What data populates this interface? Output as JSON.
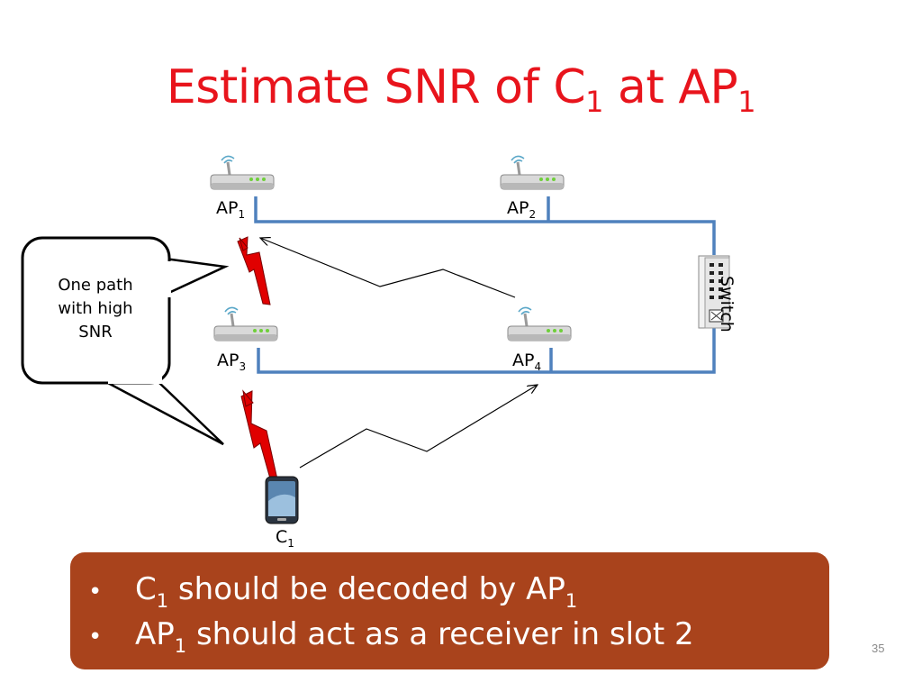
{
  "title": {
    "main": "Estimate SNR of C",
    "sub1": "1",
    "mid": " at AP",
    "sub2": "1"
  },
  "nodes": {
    "ap1": {
      "base": "AP",
      "sub": "1"
    },
    "ap2": {
      "base": "AP",
      "sub": "2"
    },
    "ap3": {
      "base": "AP",
      "sub": "3"
    },
    "ap4": {
      "base": "AP",
      "sub": "4"
    },
    "client": {
      "base": "C",
      "sub": "1"
    },
    "switch": "Switch"
  },
  "callout": {
    "lines": [
      "One path",
      "with high",
      "SNR"
    ]
  },
  "bullets": [
    {
      "symbol": "•",
      "p1": "C",
      "s1": "1",
      "p2": " should be decoded by AP",
      "s2": "1",
      "p3": ""
    },
    {
      "symbol": "•",
      "p1": "AP",
      "s1": "1",
      "p2": " should act as a receiver in slot 2",
      "s2": "",
      "p3": ""
    }
  ],
  "page_number": "35",
  "colors": {
    "title": "#e8141c",
    "wire": "#4f81bd",
    "signal": "#e00000",
    "box": "#a9431c",
    "box_text": "#ffffff"
  },
  "icons": {
    "access_point": "router-icon",
    "switch": "network-switch-icon",
    "client": "smartphone-icon",
    "signal": "lightning-icon"
  }
}
